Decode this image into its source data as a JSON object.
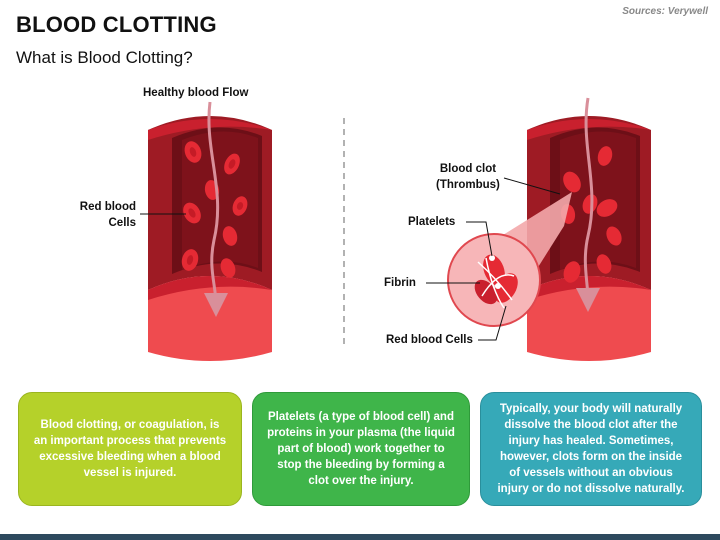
{
  "header": {
    "title": "BLOOD CLOTTING",
    "subtitle": "What is Blood Clotting?",
    "source": "Sources: Verywell"
  },
  "diagram": {
    "healthy_flow_label": "Healthy blood Flow",
    "red_blood_cells_label_line1": "Red blood",
    "red_blood_cells_label_line2": "Cells",
    "blood_clot_label_line1": "Blood clot",
    "blood_clot_label_line2": "(Thrombus)",
    "platelets_label": "Platelets",
    "fibrin_label": "Fibrin",
    "red_blood_cells_zoom_label": "Red blood Cells"
  },
  "colors": {
    "vessel_dark": "#9e1b24",
    "vessel_mid": "#c9202e",
    "vessel_light": "#ef4b4f",
    "cell": "#e52a34",
    "flow_arrow": "#d98f9a",
    "box_green": "#b5d12a",
    "box_mid": "#3fb54a",
    "box_teal": "#36a9b8"
  },
  "info_boxes": [
    {
      "text": "Blood clotting, or coagulation, is an important process that prevents excessive bleeding when a blood vessel is injured."
    },
    {
      "text": "Platelets (a type of blood cell) and proteins in your plasma (the liquid part of blood) work together to stop the bleeding by forming a clot over the injury."
    },
    {
      "text": "Typically, your body will naturally dissolve the blood clot after the injury has healed. Sometimes, however, clots form on the inside of vessels without an obvious injury or do not dissolve naturally."
    }
  ]
}
